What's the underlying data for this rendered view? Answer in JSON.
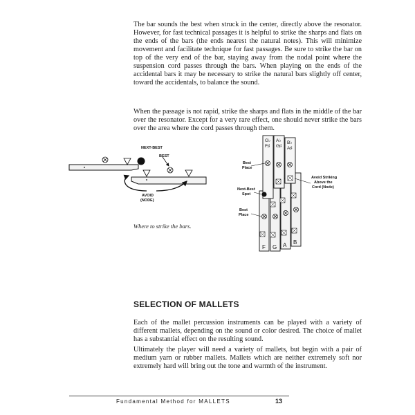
{
  "body": {
    "paragraph_1": "The bar sounds the best when struck in the center, directly above the resonator. However, for fast technical passages it is helpful to strike the sharps and flats on the ends of the bars (the ends nearest the natural notes). This will minimize movement and facilitate technique for fast passages. Be sure to strike the bar on top of the very end of the bar, staying away from the nodal point where the suspension cord passes through the bars. When playing on the ends of the accidental bars it may be necessary to strike the natural bars slightly off center, toward the accidentals, to balance the sound.",
    "paragraph_2": "When the passage is not rapid, strike the sharps and flats in the middle of the bar over the resonator. Except for a very rare effect, one should never strike the bars over the area where the cord passes through them."
  },
  "figure_left": {
    "next_best": "NEXT-BEST",
    "best": "BEST",
    "avoid_line1": "AVOID",
    "avoid_line2": "(NODE)",
    "caption": "Where to strike the bars."
  },
  "figure_right": {
    "best_place_top_1": "Best",
    "best_place_top_2": "Place",
    "next_best_1": "Next-Best",
    "next_best_2": "Spot",
    "best_place_low_1": "Best",
    "best_place_low_2": "Place",
    "avoid_1": "Avoid Striking",
    "avoid_2": "Above the",
    "avoid_3": "Cord (Node)",
    "accidentals": [
      {
        "top": "G♭",
        "bottom": "F♯"
      },
      {
        "top": "A♭",
        "bottom": "G♯"
      },
      {
        "top": "B♭",
        "bottom": "A♯"
      }
    ],
    "naturals": [
      "F",
      "G",
      "A",
      "B"
    ]
  },
  "section": {
    "heading": "SELECTION OF MALLETS",
    "paragraph_1": "Each of the mallet percussion instruments can be played with a variety of different mallets, depending on the sound or color desired. The choice of mallet has a substantial effect on the resulting sound.",
    "paragraph_2": "Ultimately the player will need a variety of mallets, but begin with a pair of medium yarn or rubber mallets. Mallets which are neither extremely soft nor extremely hard will bring out the tone and warmth of the instrument."
  },
  "footer": {
    "book_title": "Fundamental Method for MALLETS",
    "page_number": "13"
  }
}
